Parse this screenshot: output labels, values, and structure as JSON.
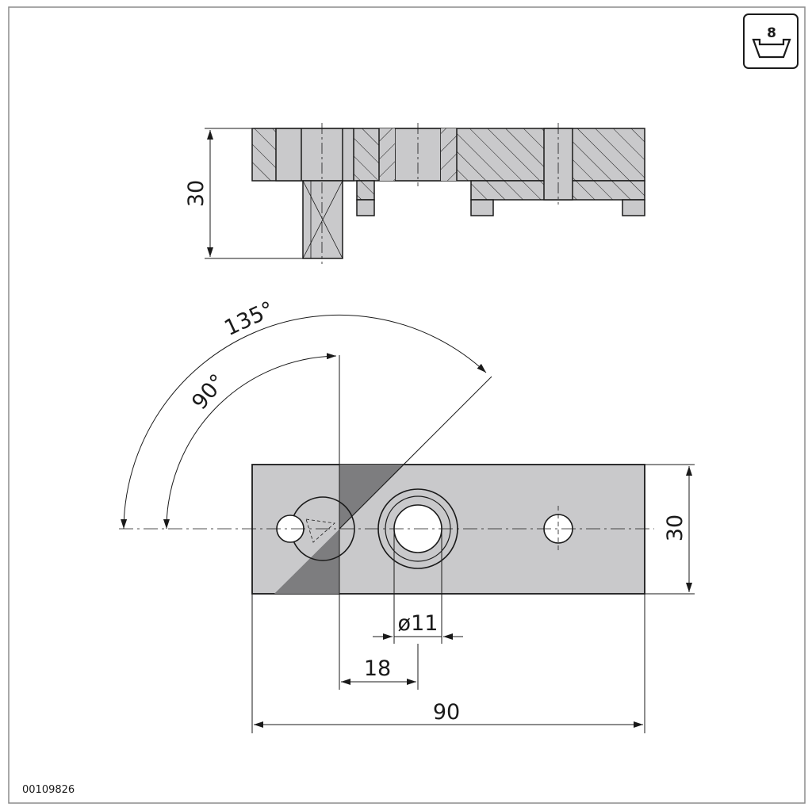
{
  "badge": {
    "number": "8"
  },
  "dimensions": {
    "side_height": "30",
    "angle_large": "135°",
    "angle_small": "90°",
    "plan_height": "30",
    "hole_diameter": "ø11",
    "hole_offset": "18",
    "overall_length": "90"
  },
  "drawing_code": "00109826",
  "colors": {
    "part_fill": "#c9c9cb",
    "shade_fill": "#7d7d7f",
    "line": "#1a1a1a",
    "frame": "#8c8c8c"
  }
}
